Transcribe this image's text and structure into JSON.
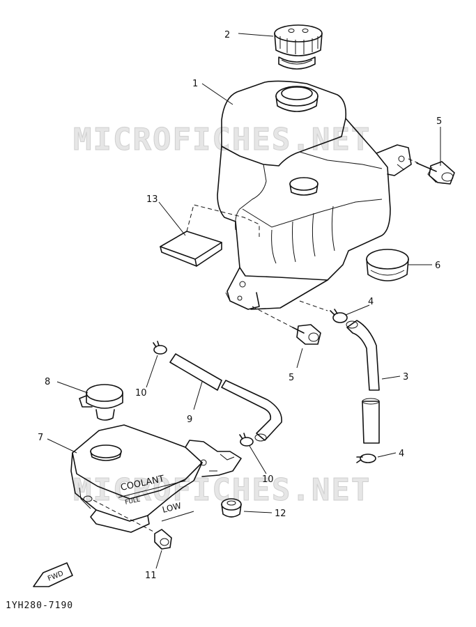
{
  "watermark": "MICROFICHES.NET",
  "diagram_code": "1YH280-7190",
  "forward_marker": "FWD",
  "reservoir_labels": {
    "brand": "COOLANT",
    "full": "FULL",
    "low": "LOW"
  },
  "callouts": {
    "c1": "1",
    "c2": "2",
    "c3": "3",
    "c4a": "4",
    "c4b": "4",
    "c5a": "5",
    "c5b": "5",
    "c6": "6",
    "c7": "7",
    "c8": "8",
    "c9": "9",
    "c10a": "10",
    "c10b": "10",
    "c11": "11",
    "c12": "12",
    "c13": "13"
  }
}
